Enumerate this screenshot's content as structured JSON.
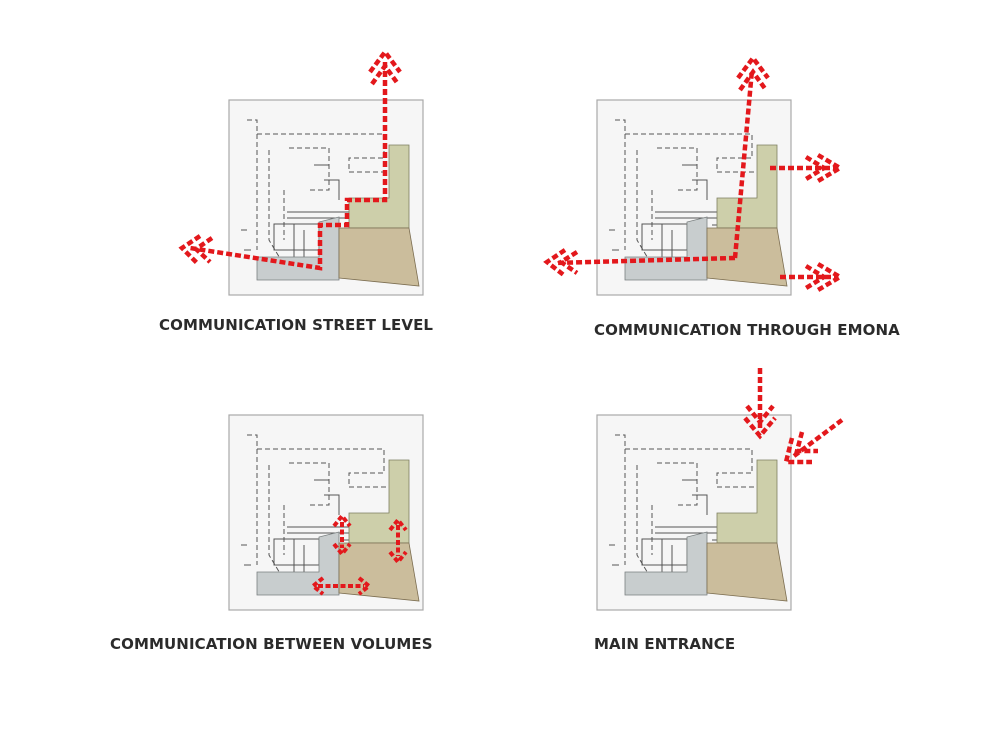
{
  "panels": [
    {
      "id": "street-level",
      "caption": "COMMUNICATION STREET LEVEL"
    },
    {
      "id": "through-emona",
      "caption": "COMMUNICATION THROUGH EMONA"
    },
    {
      "id": "between-volumes",
      "caption": "COMMUNICATION BETWEEN VOLUMES"
    },
    {
      "id": "main-entrance",
      "caption": "MAIN ENTRANCE"
    }
  ],
  "colors": {
    "frame": "#a9a9a9",
    "background": "#f6f6f6",
    "lines": "#555555",
    "volume_grey": "#c8cdce",
    "volume_green": "#cdcfaa",
    "volume_tan": "#cbbd9c",
    "arrow": "#e3181c"
  }
}
